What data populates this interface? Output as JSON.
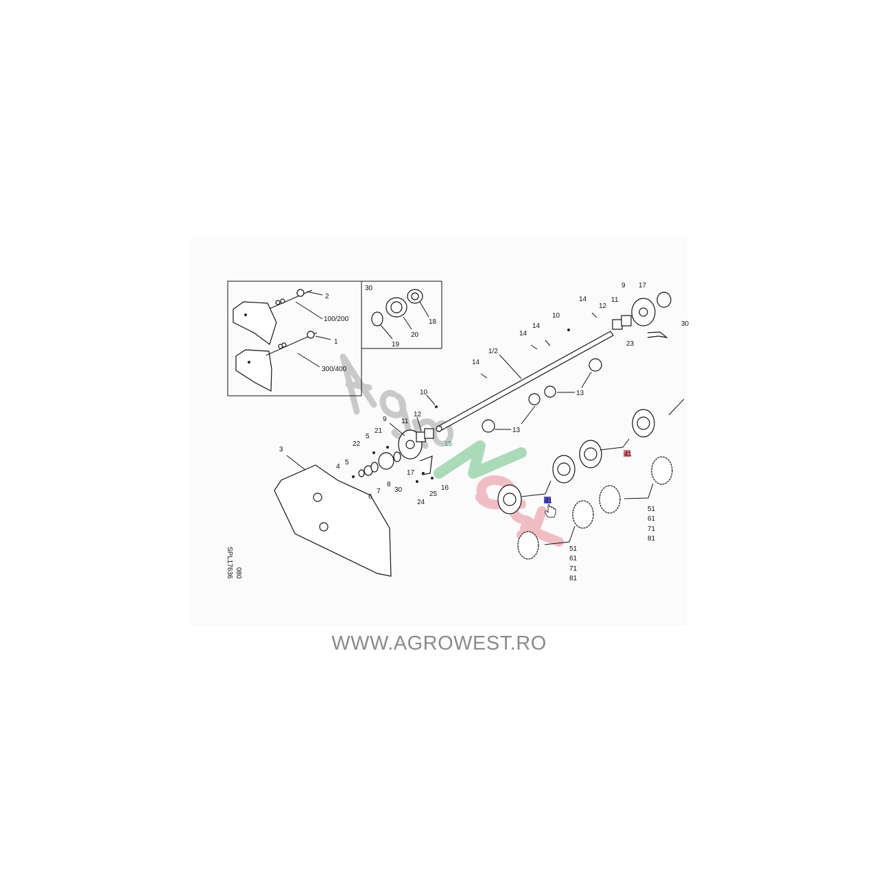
{
  "diagram": {
    "drawing_code": "SPL17636",
    "drawing_suffix": "080",
    "callouts": {
      "inset_2": "2",
      "inset_100_200": "100/200",
      "inset_1": "1",
      "inset_300_400": "300/400",
      "inset_30": "30",
      "inset_18": "18",
      "inset_20": "20",
      "inset_19": "19",
      "r_14a": "14",
      "r_12": "12",
      "r_11": "11",
      "r_9": "9",
      "r_17": "17",
      "r_30": "30",
      "r_23": "23",
      "r_10": "10",
      "r_14b": "14",
      "r_14c": "14",
      "shaft": "1/2",
      "r_14d": "14",
      "r_13a": "13",
      "r_13b": "13",
      "l_10": "10",
      "l_12": "12",
      "l_11": "11",
      "l_9": "9",
      "l_21": "21",
      "l_5a": "5",
      "l_22": "22",
      "l_15": "15",
      "l_3": "3",
      "l_5b": "5",
      "l_4": "4",
      "l_17": "17",
      "l_8": "8",
      "l_30": "30",
      "l_7": "7",
      "l_6": "6",
      "l_25": "25",
      "l_16": "16",
      "l_24": "24",
      "wheel_41a": "41",
      "wheel_41b": "41",
      "star_a": [
        "51",
        "61",
        "71",
        "81"
      ],
      "star_b": [
        "51",
        "61",
        "71",
        "81"
      ]
    },
    "colors": {
      "highlight_red": "#e26a7a",
      "highlight_blue": "#5a4fd0",
      "green": "#2e9a52"
    }
  },
  "watermark": "Agrowest",
  "footer": "WWW.AGROWEST.RO"
}
